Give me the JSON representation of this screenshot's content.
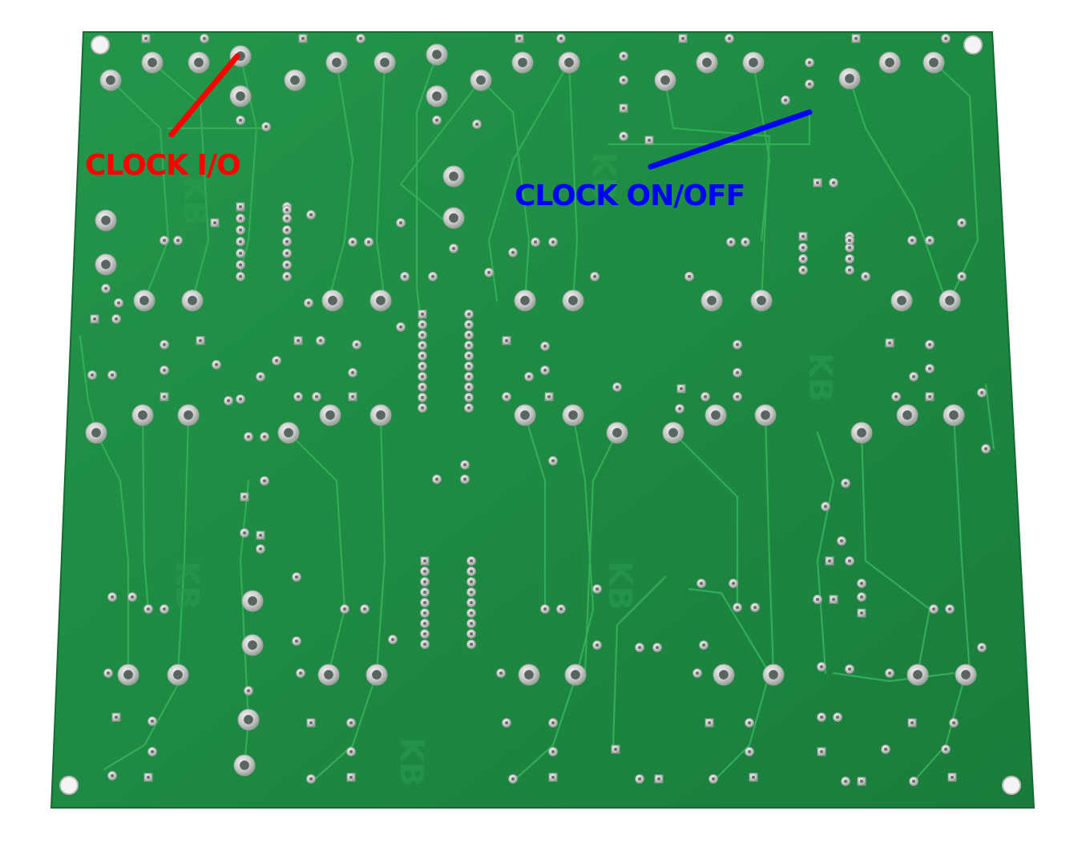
{
  "image": {
    "subject": "green-printed-circuit-board-back-side"
  },
  "annotations": {
    "clock_io": {
      "text": "CLOCK I/O",
      "color": "#ff0000"
    },
    "clock_on_off": {
      "text": "CLOCK ON/OFF",
      "color": "#0000ff"
    }
  },
  "board": {
    "silkscreen_mark": "KB",
    "colors": {
      "substrate": "#1f8a3f",
      "trace": "#2ea552",
      "pad": "#c9ccc9",
      "background": "#ffffff"
    }
  }
}
